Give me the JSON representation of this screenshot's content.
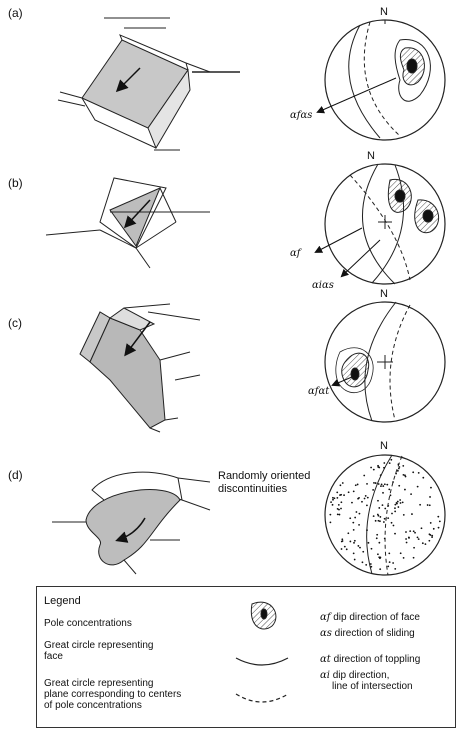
{
  "panels": [
    {
      "id": "a",
      "label": "(a)",
      "north": "N",
      "alpha_label": "αfαs"
    },
    {
      "id": "b",
      "label": "(b)",
      "north": "N",
      "alpha_label_1": "αf",
      "alpha_label_2": "αiαs"
    },
    {
      "id": "c",
      "label": "(c)",
      "north": "N",
      "alpha_label": "αfαt"
    },
    {
      "id": "d",
      "label": "(d)",
      "north": "N",
      "annotation_line1": "Randomly oriented",
      "annotation_line2": "discontinuities"
    }
  ],
  "legend": {
    "title": "Legend",
    "left_items": [
      {
        "line1": "Pole concentrations",
        "line2": ""
      },
      {
        "line1": "Great circle representing",
        "line2": "face"
      },
      {
        "line1": "Great circle representing",
        "line2": "plane corresponding to centers",
        "line3": "of pole concentrations"
      }
    ],
    "right_items": [
      {
        "symbol": "αf",
        "text": "dip direction of face"
      },
      {
        "symbol": "αs",
        "text": "direction of sliding"
      },
      {
        "symbol": "αt",
        "text": "direction of toppling"
      },
      {
        "symbol": "αi",
        "text": "dip direction,",
        "text2": "line of intersection"
      }
    ]
  }
}
